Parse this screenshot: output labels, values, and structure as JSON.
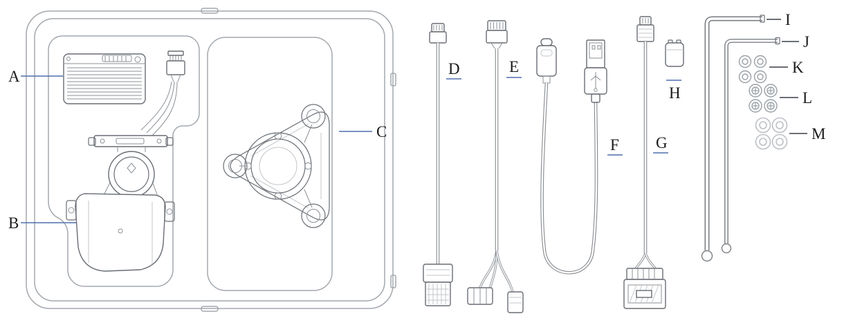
{
  "figure": {
    "type": "parts-callout-diagram",
    "callout_line_color": "#4e6fae",
    "pointer_line_color": "#3a3f46",
    "label_text_color": "#1b1b1b"
  },
  "callouts": [
    {
      "letter": "A",
      "part": "air-unit-module"
    },
    {
      "letter": "B",
      "part": "gimbal-camera"
    },
    {
      "letter": "C",
      "part": "damping-mount-plate"
    },
    {
      "letter": "D",
      "part": "ethernet-cable"
    },
    {
      "letter": "E",
      "part": "multi-branch-harness-cable"
    },
    {
      "letter": "F",
      "part": "usb-c-to-usb-a-cable"
    },
    {
      "letter": "G",
      "part": "power-cable-with-module"
    },
    {
      "letter": "H",
      "part": "connector-plug"
    },
    {
      "letter": "I",
      "part": "hex-key-large"
    },
    {
      "letter": "J",
      "part": "hex-key-small"
    },
    {
      "letter": "K",
      "part": "spacer-rings"
    },
    {
      "letter": "L",
      "part": "mounting-screws"
    },
    {
      "letter": "M",
      "part": "rubber-grommets"
    }
  ]
}
